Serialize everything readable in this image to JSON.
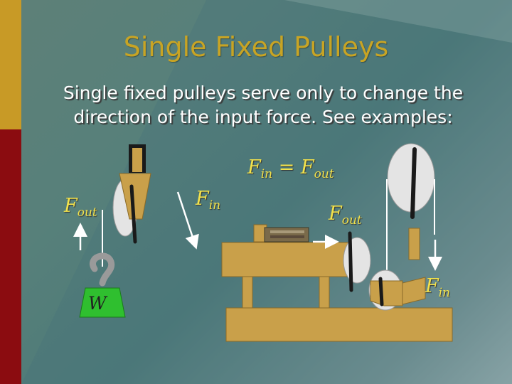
{
  "slide": {
    "title": "Single Fixed Pulleys",
    "body_line1": "Single fixed pulleys serve only to change the",
    "body_line2": "direction of the input force. See examples:",
    "equation": {
      "f1": "F",
      "sub1": "in",
      "eq": " = ",
      "f2": "F",
      "sub2": "out"
    },
    "left_fout": {
      "f": "F",
      "sub": "out"
    },
    "left_fin": {
      "f": "F",
      "sub": "in"
    },
    "right_fout": {
      "f": "F",
      "sub": "out"
    },
    "right_fin": {
      "f": "F",
      "sub": "in"
    },
    "weight_label": "W",
    "colors": {
      "title": "#c8a424",
      "force_label": "#f2e24c",
      "tan": "#c9a04a",
      "side_bar": "#8b0c10",
      "side_bar_top": "#c89a26",
      "weight": "#2fbf2f"
    }
  }
}
